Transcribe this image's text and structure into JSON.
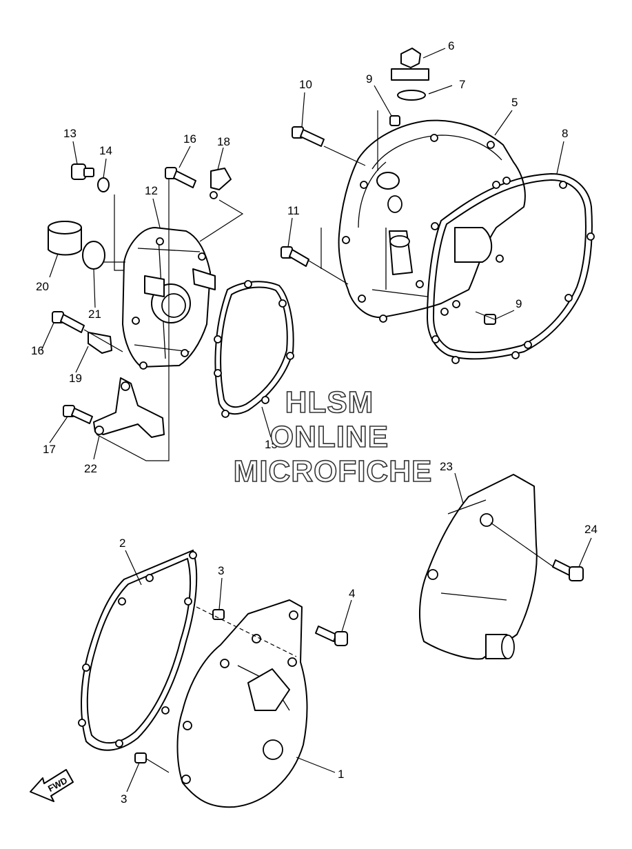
{
  "watermark": {
    "line1": "HLSM",
    "line2": "ONLINE",
    "line3": "MICROFICHE"
  },
  "direction_badge": {
    "label": "FWD",
    "icon": "forward-arrow-icon"
  },
  "callouts": [
    {
      "id": "c1",
      "label": "1"
    },
    {
      "id": "c2",
      "label": "2"
    },
    {
      "id": "c3a",
      "label": "3"
    },
    {
      "id": "c3b",
      "label": "3"
    },
    {
      "id": "c4",
      "label": "4"
    },
    {
      "id": "c5",
      "label": "5"
    },
    {
      "id": "c6",
      "label": "6"
    },
    {
      "id": "c7",
      "label": "7"
    },
    {
      "id": "c8",
      "label": "8"
    },
    {
      "id": "c9a",
      "label": "9"
    },
    {
      "id": "c9b",
      "label": "9"
    },
    {
      "id": "c10",
      "label": "10"
    },
    {
      "id": "c11",
      "label": "11"
    },
    {
      "id": "c12",
      "label": "12"
    },
    {
      "id": "c13",
      "label": "13"
    },
    {
      "id": "c14",
      "label": "14"
    },
    {
      "id": "c15",
      "label": "15"
    },
    {
      "id": "c16a",
      "label": "16"
    },
    {
      "id": "c16b",
      "label": "16"
    },
    {
      "id": "c17",
      "label": "17"
    },
    {
      "id": "c18",
      "label": "18"
    },
    {
      "id": "c19",
      "label": "19"
    },
    {
      "id": "c20",
      "label": "20"
    },
    {
      "id": "c21",
      "label": "21"
    },
    {
      "id": "c22",
      "label": "22"
    },
    {
      "id": "c23",
      "label": "23"
    },
    {
      "id": "c24",
      "label": "24"
    }
  ]
}
